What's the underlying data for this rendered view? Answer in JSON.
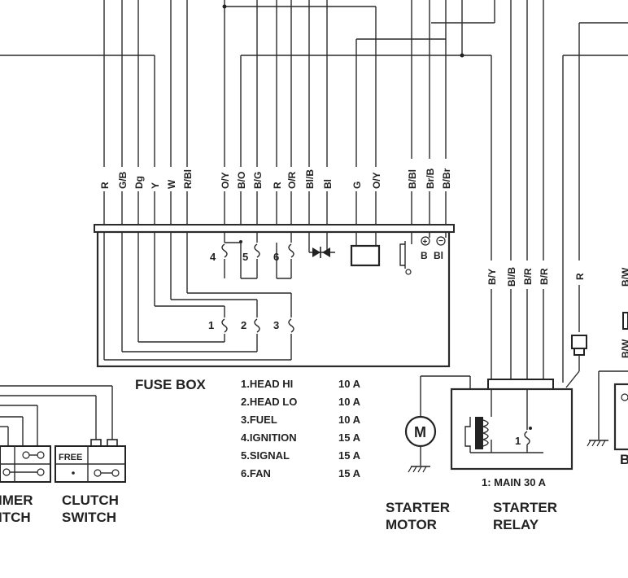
{
  "wire_colors_top": [
    "R",
    "G/B",
    "Dg",
    "Y",
    "W",
    "R/Bl",
    "O/Y",
    "B/O",
    "B/G",
    "R",
    "O/R",
    "Bl/B",
    "Bl",
    "G",
    "O/Y",
    "B/Bl",
    "Br/B",
    "B/Br"
  ],
  "wire_colors_relay": [
    "B/Y",
    "Bl/B",
    "B/R",
    "B/R",
    "R"
  ],
  "wire_colors_edge": [
    "B/W",
    "B/W"
  ],
  "terminal_labels": {
    "plus": "B",
    "minus": "Bl"
  },
  "fuse_numbers": [
    "4",
    "5",
    "6",
    "1",
    "2",
    "3"
  ],
  "fuse_box": {
    "title": "FUSE BOX",
    "list": [
      {
        "name": "1.HEAD HI",
        "rating": "10 A"
      },
      {
        "name": "2.HEAD LO",
        "rating": "10 A"
      },
      {
        "name": "3.FUEL",
        "rating": "10 A"
      },
      {
        "name": "4.IGNITION",
        "rating": "15 A"
      },
      {
        "name": "5.SIGNAL",
        "rating": "15 A"
      },
      {
        "name": "6.FAN",
        "rating": "15 A"
      }
    ]
  },
  "starter_relay": {
    "fuse_num": "1",
    "note": "1: MAIN 30 A",
    "title_l1": "STARTER",
    "title_l2": "RELAY"
  },
  "starter_motor": {
    "symbol": "M",
    "title_l1": "STARTER",
    "title_l2": "MOTOR"
  },
  "clutch_switch": {
    "free": "FREE",
    "title_l1": "CLUTCH",
    "title_l2": "SWITCH"
  },
  "dimmer_switch": {
    "title_l1": "IMER",
    "title_l2": "ITCH"
  },
  "battery_partial": "B"
}
